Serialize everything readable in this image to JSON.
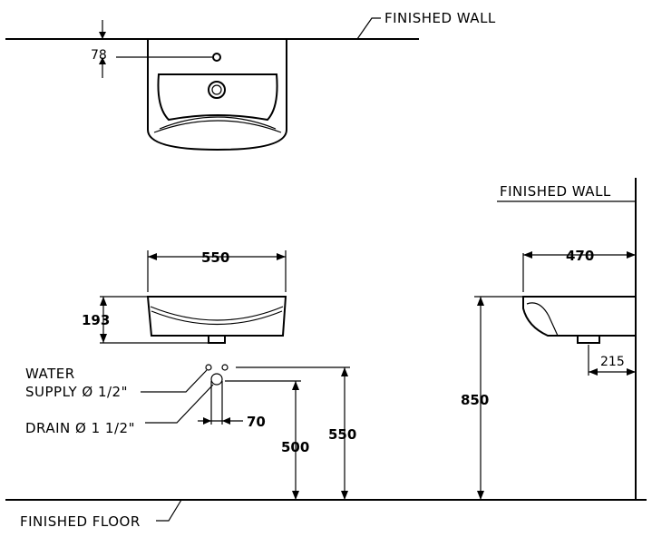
{
  "labels": {
    "finished_wall_top": "FINISHED WALL",
    "finished_wall_side": "FINISHED WALL",
    "finished_floor": "FINISHED FLOOR",
    "water_supply_line1": "WATER",
    "water_supply_line2": "SUPPLY Ø 1/2\"",
    "drain": "DRAIN Ø 1 1/2\""
  },
  "dimensions": {
    "tap_hole_offset": "78",
    "basin_width": "550",
    "basin_height": "193",
    "drain_offset": "70",
    "drain_height": "500",
    "supply_height": "550",
    "basin_depth": "470",
    "rim_height": "850",
    "outlet_offset": "215"
  }
}
